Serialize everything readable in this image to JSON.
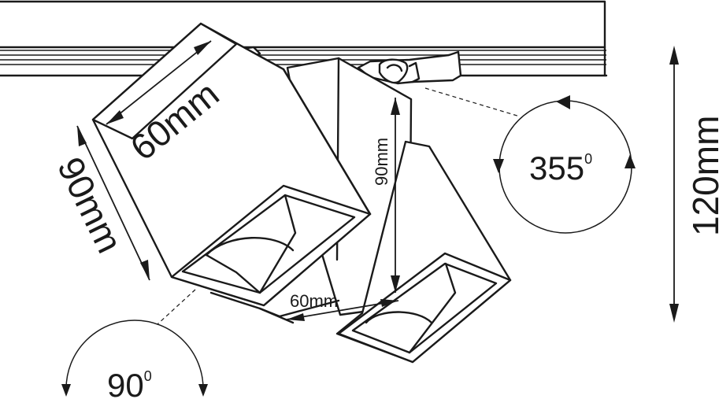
{
  "dimensions": {
    "front_width": "60mm",
    "front_height": "90mm",
    "back_height": "90mm",
    "back_width": "60mm",
    "overall_height": "120mm"
  },
  "rotation": {
    "horizontal": "355",
    "horizontal_sup": "0",
    "tilt": "90",
    "tilt_sup": "0"
  }
}
